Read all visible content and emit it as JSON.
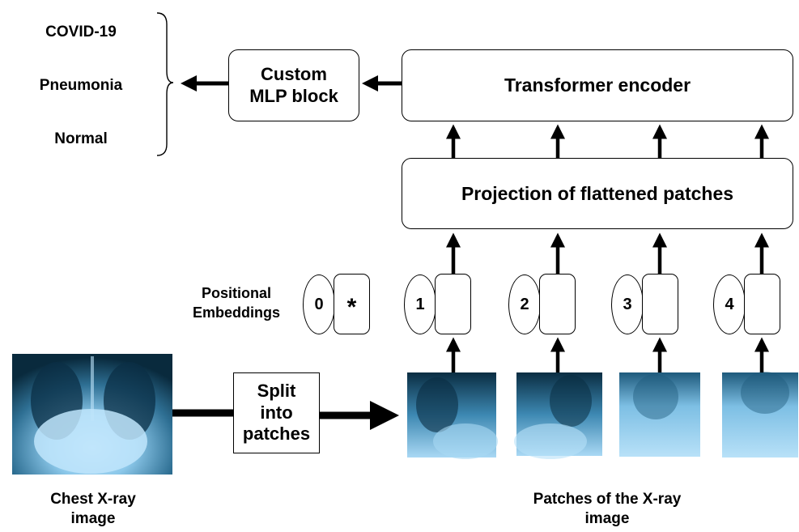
{
  "classes": [
    "COVID-19",
    "Pneumonia",
    "Normal"
  ],
  "mlp_block": [
    "Custom",
    "MLP block"
  ],
  "transformer_encoder": "Transformer encoder",
  "projection": "Projection of flattened patches",
  "positional": [
    "Positional",
    "Embeddings"
  ],
  "class_token": {
    "index": "0",
    "symbol": "*"
  },
  "patch_indices": [
    "1",
    "2",
    "3",
    "4"
  ],
  "split_label": "Split\ninto\npatches",
  "input_caption": [
    "Chest X-ray",
    "image"
  ],
  "patches_caption": [
    "Patches of the X-ray",
    "image"
  ],
  "colors": {
    "line": "#000000",
    "xray_dark": "#0a2d42",
    "xray_light": "#a9d8f4"
  }
}
